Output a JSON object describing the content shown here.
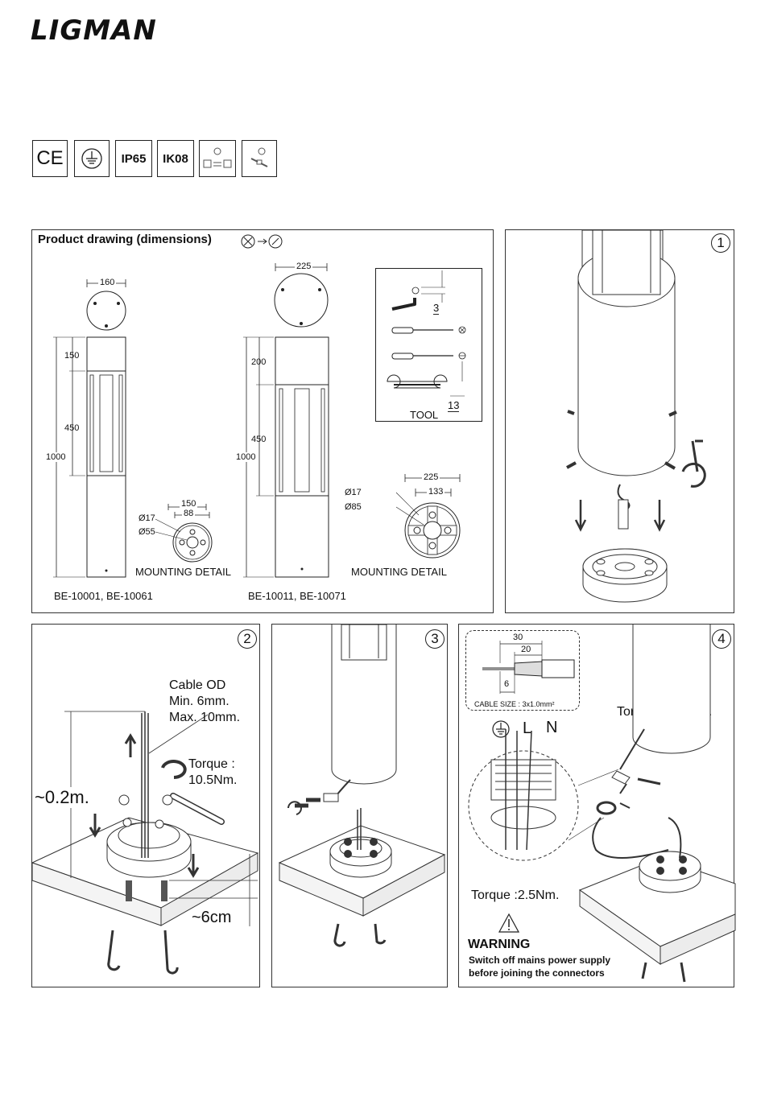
{
  "brand": "LIGMAN",
  "certs": [
    "CE",
    "IP65",
    "IK08"
  ],
  "cert_icons": [
    "ce-mark",
    "earth-ground-icon",
    "ip65-badge",
    "ik08-badge",
    "lamp-swap-icon",
    "connector-icon"
  ],
  "product_drawing": {
    "title": "Product drawing (dimensions)",
    "small": {
      "models": "BE-10001, BE-10061",
      "top_width": "160",
      "h_top": "150",
      "h_mid": "450",
      "h_total": "1000",
      "mount_w1": "150",
      "mount_w2": "88",
      "d_hole": "Ø17",
      "d_center": "Ø55",
      "mount_label": "MOUNTING DETAIL"
    },
    "large": {
      "models": "BE-10011, BE-10071",
      "top_width": "225",
      "h_top": "200",
      "h_mid": "450",
      "h_total": "1000",
      "mount_w1": "225",
      "mount_w2": "133",
      "d_hole": "Ø17",
      "d_center": "Ø85",
      "mount_label": "MOUNTING DETAIL"
    },
    "tool": {
      "label": "TOOL",
      "allen": "3",
      "wrench": "13"
    }
  },
  "steps": {
    "s1": "1",
    "s2": "2",
    "s3": "3",
    "s4": "4"
  },
  "step2": {
    "cable_title": "Cable OD",
    "cable_min": "Min. 6mm.",
    "cable_max": "Max. 10mm.",
    "torque_title": "Torque :",
    "torque_value": "10.5Nm.",
    "height": "~0.2m.",
    "depth": "~6cm"
  },
  "step4": {
    "strip_30": "30",
    "strip_20": "20",
    "strip_6": "6",
    "cable_size": "CABLE SIZE : 3x1.0mm²",
    "L": "L",
    "N": "N",
    "torque_top": "Torque :0.25Nm.",
    "torque_bottom": "Torque :2.5Nm.",
    "warning_title": "WARNING",
    "warning_line1": "Switch off mains power supply",
    "warning_line2": "before joining the connectors"
  }
}
